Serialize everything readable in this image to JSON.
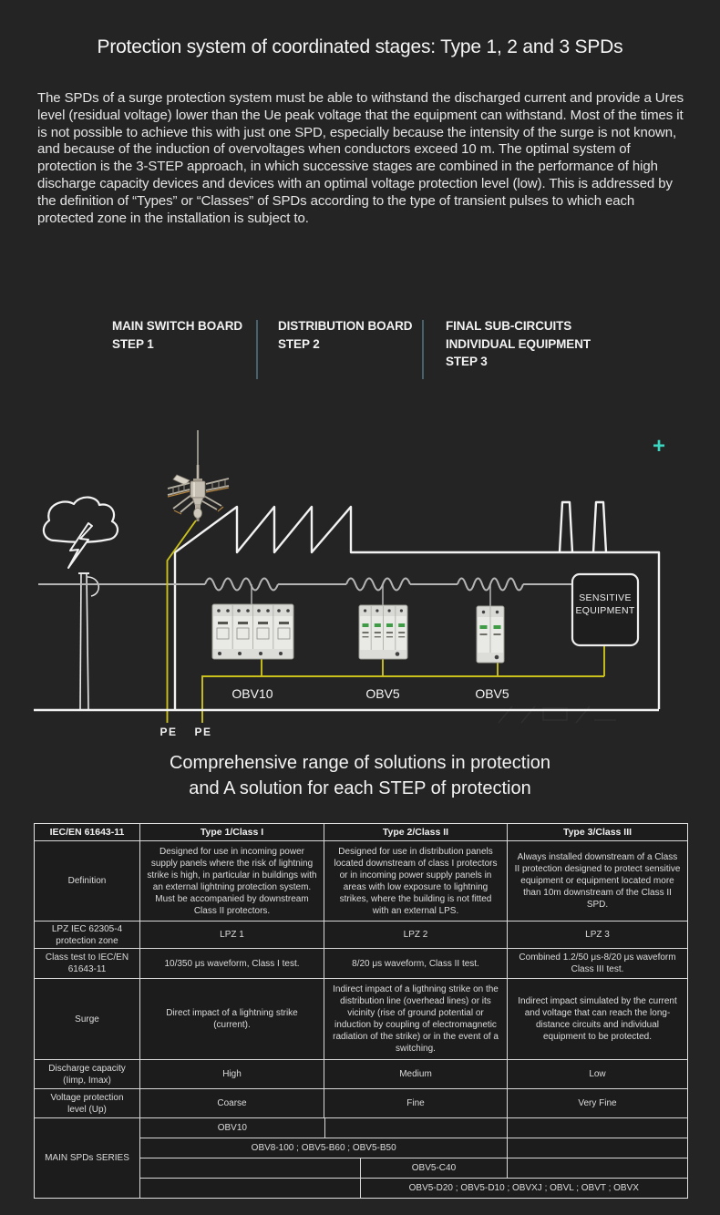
{
  "title": "Protection system of coordinated stages: Type 1, 2 and 3 SPDs",
  "intro": "The SPDs of a surge protection system must be able to withstand the discharged current and provide a Ures level (residual voltage) lower than the Ue peak voltage that the equipment can withstand. Most of the times it is not possible to achieve this with just one SPD, especially because the intensity of the surge is not known, and because of the induction of overvoltages when conductors exceed 10 m. The optimal system of protection is the 3-STEP approach, in which successive stages are combined in the performance of high discharge capacity devices and devices with an optimal voltage protection level (low). This is addressed by the definition of “Types” or “Classes” of SPDs according to the type of transient pulses to which each protected zone in the installation is subject to.",
  "steps": [
    {
      "lines": [
        "MAIN SWITCH BOARD"
      ],
      "step": "STEP 1"
    },
    {
      "lines": [
        "DISTRIBUTION BOARD"
      ],
      "step": "STEP 2"
    },
    {
      "lines": [
        "FINAL SUB-CIRCUITS",
        "INDIVIDUAL EQUIPMENT"
      ],
      "step": "STEP 3"
    }
  ],
  "diagram": {
    "plus_sign": "+",
    "device_labels": [
      "OBV10",
      "OBV5",
      "OBV5"
    ],
    "pe_labels": [
      "PE",
      "PE"
    ],
    "sensitive_equipment_lines": [
      "SENSITIVE",
      "EQUIPMENT"
    ],
    "colors": {
      "accent_teal": "#3bd6c1",
      "earth_yellow": "#cbc11d",
      "line_gray": "#b5b5b5",
      "outline_white": "#f2f2f2",
      "indicator_green": "#3f9b45"
    }
  },
  "subtitle": [
    "Comprehensive range of solutions in protection",
    "and A solution for each STEP of protection"
  ],
  "table": {
    "headers": [
      "IEC/EN 61643-11",
      "Type 1/Class I",
      "Type 2/Class II",
      "Type 3/Class III"
    ],
    "rows": [
      {
        "label": "Definition",
        "cells": [
          "Designed for use in incoming power supply panels where the risk of lightning strike is high, in particular in buildings with an external lightning protection system. Must be accompanied by downstream Class II protectors.",
          "Designed for use in distribution panels located downstream of class I protectors or in incoming power supply panels in areas with low exposure to lightning strikes, where the building is not fitted with an external LPS.",
          "Always installed downstream of a Class II protection designed to protect sensitive equipment or equipment located more than 10m downstream of the Class II SPD."
        ]
      },
      {
        "label": "LPZ IEC 62305-4 protection zone",
        "cells": [
          "LPZ 1",
          "LPZ 2",
          "LPZ 3"
        ]
      },
      {
        "label": "Class test to IEC/EN 61643-11",
        "cells": [
          "10/350 μs waveform, Class I test.",
          "8/20 μs waveform, Class II test.",
          "Combined 1.2/50 μs-8/20 μs waveform Class III test."
        ]
      },
      {
        "label": "Surge",
        "cells": [
          "Direct impact of a lightning strike (current).",
          "Indirect impact of a ligthning strike on the distribution line (overhead lines) or its vicinity (rise of ground potential or induction by coupling of electromagnetic radiation of the strike) or in the event of a switching.",
          "Indirect impact simulated by the current and voltage that can reach the long-distance circuits and individual equipment to be protected."
        ]
      },
      {
        "label": "Discharge capacity (Iimp, Imax)",
        "cells": [
          "High",
          "Medium",
          "Low"
        ]
      },
      {
        "label": "Voltage protection level (Up)",
        "cells": [
          "Coarse",
          "Fine",
          "Very Fine"
        ]
      }
    ],
    "series_label": "MAIN SPDs SERIES",
    "series_rows": [
      {
        "cells": [
          {
            "text": "OBV10"
          },
          {
            "text": ""
          },
          {
            "text": ""
          }
        ]
      },
      {
        "cells": [
          {
            "text": "OBV8-100 ; OBV5-B60 ; OBV5-B50"
          },
          {
            "text": ""
          }
        ]
      },
      {
        "cells": [
          {
            "text": ""
          },
          {
            "text": "OBV5-C40"
          },
          {
            "text": ""
          }
        ]
      },
      {
        "cells": [
          {
            "text": ""
          },
          {
            "text": "OBV5-D20 ; OBV5-D10 ; OBVXJ ; OBVL ; OBVT ; OBVX"
          }
        ]
      }
    ]
  }
}
